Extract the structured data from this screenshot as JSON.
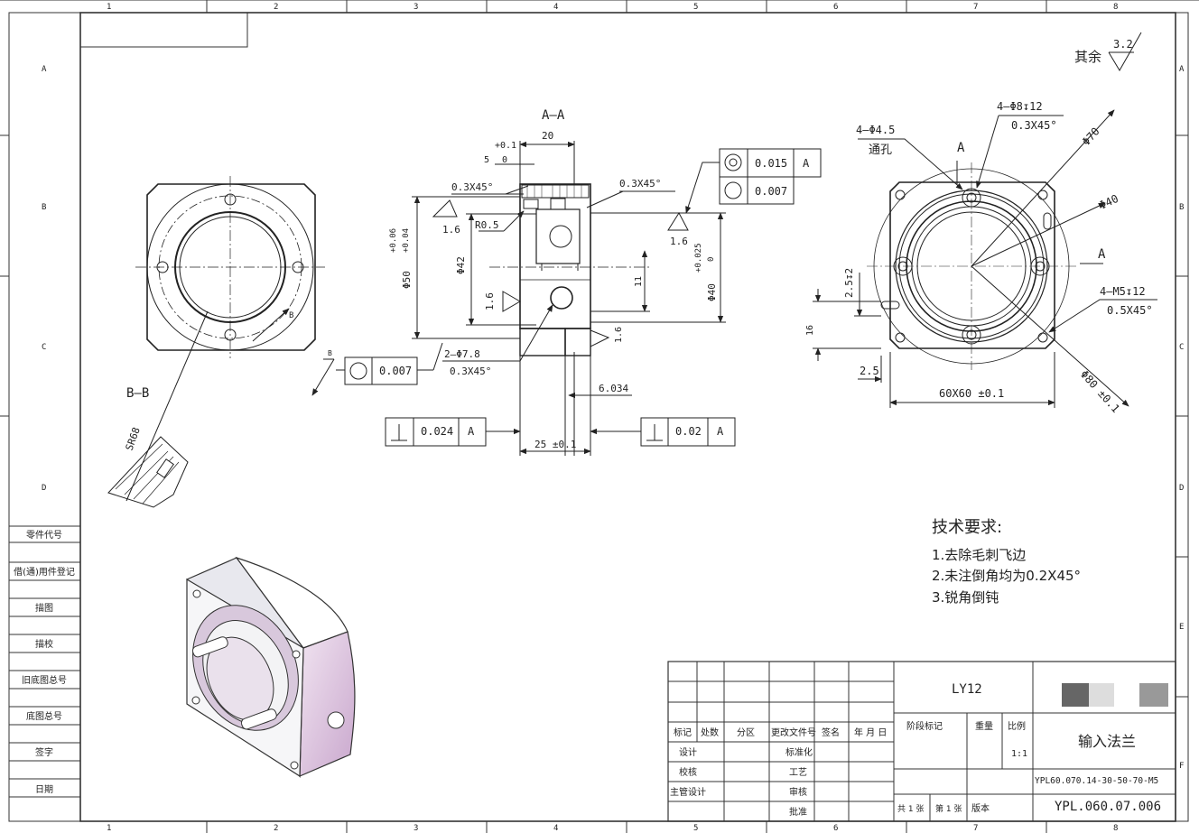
{
  "border": {
    "col_labels": [
      "1",
      "2",
      "3",
      "4",
      "5",
      "6",
      "7",
      "8"
    ],
    "row_labels": [
      "A",
      "B",
      "C",
      "D",
      "E",
      "F"
    ]
  },
  "side_panel": [
    "零件代号",
    "借(通)用件登记",
    "描图",
    "描校",
    "旧底图总号",
    "底图总号",
    "签字",
    "日期"
  ],
  "roughness_default": {
    "label": "其余",
    "value": "3.2"
  },
  "views": {
    "left": {
      "section_label": "B—B",
      "arrow_label": "B",
      "sr_label": "SR68"
    },
    "section": {
      "title": "A—A",
      "dims": {
        "width_20": "20",
        "tol_top": "+0.1",
        "tol_top_vals": [
          "5",
          "0"
        ],
        "chamfer_a": "0.3X45°",
        "chamfer_b": "0.3X45°",
        "rough_a": "1.6",
        "rough_b": "1.6",
        "rough_c": "1.6",
        "rough_d": "1.6",
        "radius": "R0.5",
        "dia50": "Φ50",
        "dia50_tol": [
          "+0.06",
          "+0.04"
        ],
        "dia42": "Φ42",
        "dia40": "Φ40",
        "dia40_tol": [
          "+0.025",
          "0"
        ],
        "eleven": "11",
        "holes": "2—Φ7.8",
        "holes_chamfer": "0.3X45°",
        "depth": "6.034",
        "length": "25 ±0.1"
      },
      "gtol_top": [
        {
          "symbol": "concentric",
          "value": "0.015",
          "datum": "A"
        },
        {
          "symbol": "circularity",
          "value": "0.007",
          "datum": ""
        }
      ],
      "gtol_left": {
        "symbol": "circularity",
        "value": "0.007"
      },
      "gtol_perp_left": {
        "symbol": "perpendicular",
        "value": "0.024",
        "datum": "A"
      },
      "gtol_perp_right": {
        "symbol": "perpendicular",
        "value": "0.02",
        "datum": "A"
      },
      "marker_b": "B"
    },
    "front": {
      "holes_through": "4—Φ4.5",
      "through_label": "通孔",
      "holes_cb": "4—Φ8↧12",
      "holes_cb_chamfer": "0.3X45°",
      "cut_label": "A",
      "cut_label_2": "A",
      "d70": "Φ70",
      "d40": "Φ40",
      "d80": "Φ80 ±0.1",
      "threads": "4—M5↧12",
      "threads_chamfer": "0.5X45°",
      "slot": "2.5↧2",
      "sixteen": "16",
      "offset": "2.5",
      "square": "60X60 ±0.1"
    }
  },
  "tech_req": {
    "title": "技术要求:",
    "items": [
      "1.去除毛刺飞边",
      "2.未注倒角均为0.2X45°",
      "3.锐角倒钝"
    ]
  },
  "title_block": {
    "header_cols": [
      "标记",
      "处数",
      "分区",
      "更改文件号",
      "签名",
      "年 月 日"
    ],
    "role_rows": [
      {
        "left": "设计",
        "right": "标准化"
      },
      {
        "left": "校核",
        "right": "工艺"
      },
      {
        "left": "主管设计",
        "right": "审核"
      },
      {
        "left": "",
        "right": "批准"
      }
    ],
    "material": "LY12",
    "stage_label": "阶段标记",
    "weight_label": "重量",
    "scale_label": "比例",
    "scale_value": "1:1",
    "sheet_info": [
      "共 1 张",
      "第 1 张",
      "版本"
    ],
    "part_name": "输入法兰",
    "model_code": "YPL60.070.14-30-50-70-M5",
    "drawing_no": "YPL.060.07.006"
  }
}
